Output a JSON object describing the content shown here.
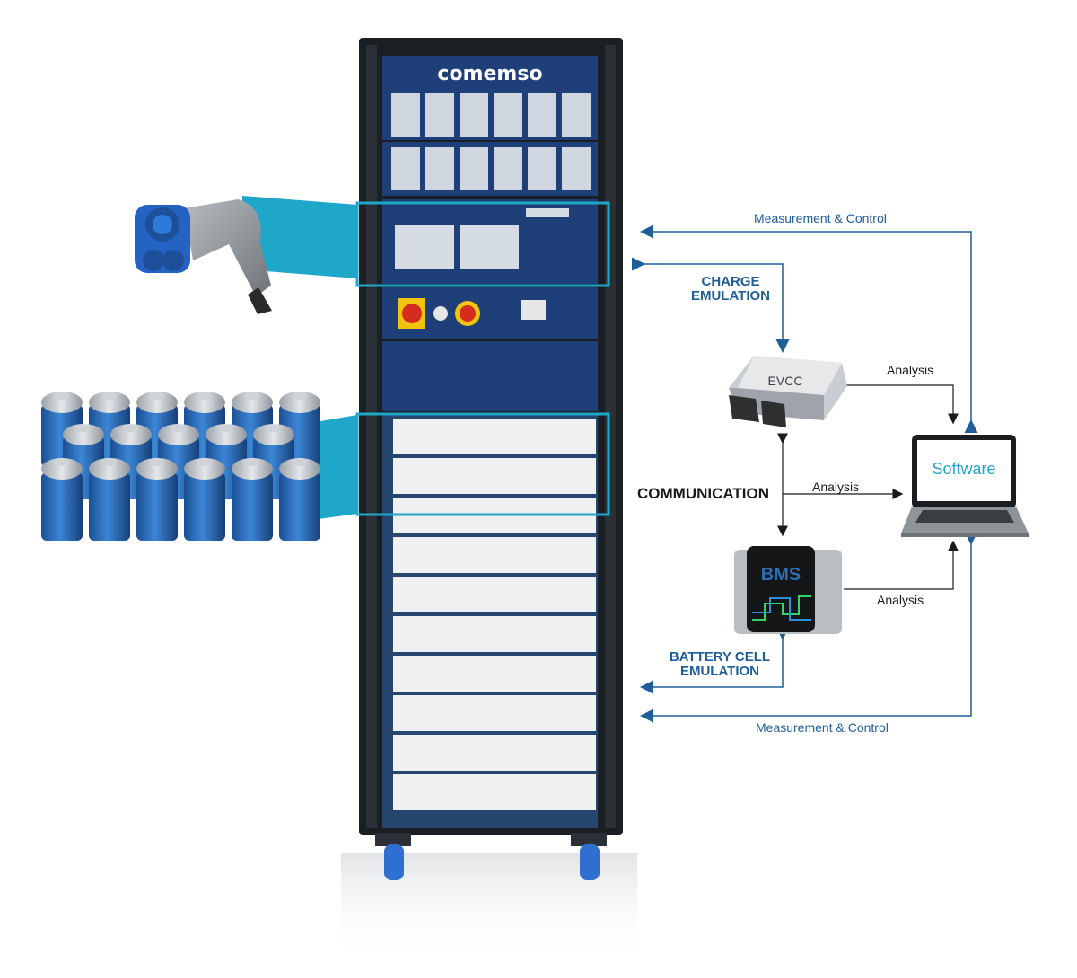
{
  "brand": "comemso",
  "labels": {
    "measurement_control_top": "Measurement & Control",
    "charge_emulation_line1": "CHARGE",
    "charge_emulation_line2": "EMULATION",
    "analysis_evcc": "Analysis",
    "evcc": "EVCC",
    "communication": "COMMUNICATION",
    "analysis_comm": "Analysis",
    "software": "Software",
    "analysis_bms": "Analysis",
    "bms": "BMS",
    "battery_cell_line1": "BATTERY CELL",
    "battery_cell_line2": "EMULATION",
    "measurement_control_bottom": "Measurement & Control"
  },
  "colors": {
    "line_blue": "#1f5e97",
    "arrow_black": "#1a1a1a",
    "highlight_cyan": "#1fa7c9",
    "rack_panel_blue": "#1e3f78",
    "battery_blue": "#2468b8"
  },
  "icons": [
    "ev-charger-plug-icon",
    "battery-cells-icon",
    "evcc-module-icon",
    "bms-device-icon",
    "laptop-icon"
  ]
}
